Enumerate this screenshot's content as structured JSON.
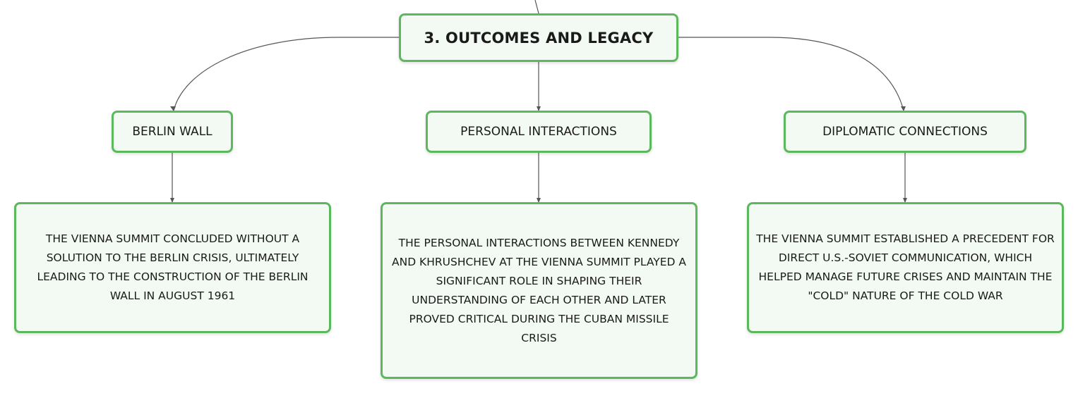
{
  "root": {
    "label": "3. OUTCOMES AND LEGACY"
  },
  "topics": [
    {
      "label": "BERLIN WALL",
      "detail": "THE VIENNA SUMMIT CONCLUDED WITHOUT A SOLUTION TO THE BERLIN CRISIS, ULTIMATELY LEADING TO THE CONSTRUCTION OF THE BERLIN WALL IN AUGUST 1961"
    },
    {
      "label": "PERSONAL INTERACTIONS",
      "detail": "THE PERSONAL INTERACTIONS BETWEEN KENNEDY AND KHRUSHCHEV AT THE VIENNA SUMMIT PLAYED A SIGNIFICANT ROLE IN SHAPING THEIR UNDERSTANDING OF EACH OTHER AND LATER PROVED CRITICAL DURING THE CUBAN MISSILE CRISIS"
    },
    {
      "label": "DIPLOMATIC CONNECTIONS",
      "detail": "THE VIENNA SUMMIT ESTABLISHED A PRECEDENT FOR DIRECT U.S.-SOVIET COMMUNICATION, WHICH HELPED MANAGE FUTURE CRISES AND MAINTAIN THE \"COLD\" NATURE OF THE COLD WAR"
    }
  ],
  "colors": {
    "node_border": "#5cb85c",
    "node_fill": "#f3faf3",
    "connector": "#555555"
  }
}
